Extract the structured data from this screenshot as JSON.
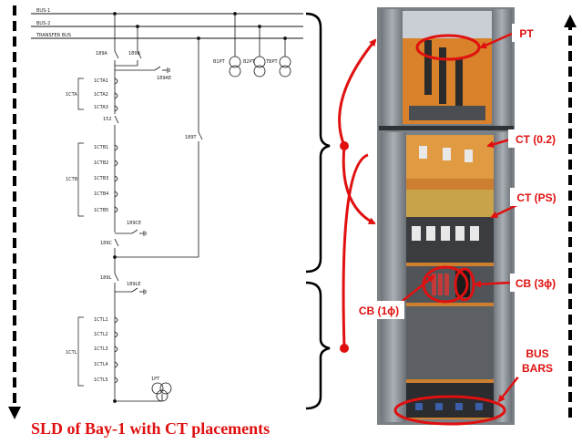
{
  "diagram": {
    "bus_labels": [
      "BUS-1",
      "BUS-2",
      "TRANSFER BUS"
    ],
    "isolators": {
      "bus1_iso": "189A",
      "bus2_iso": "189B",
      "bus_earth": "189AE",
      "transfer_iso": "189T",
      "cb_earth": "189CE",
      "cb_iso": "189C",
      "line_iso": "189L",
      "line_earth": "189LE"
    },
    "breaker": "152",
    "pt_labels": [
      "B1PT",
      "B2PT",
      "TBPT"
    ],
    "line_pt": "1PT",
    "ct_groups": [
      {
        "name": "1CTA",
        "cores": [
          "1CTA1",
          "1CTA2",
          "1CTA3"
        ]
      },
      {
        "name": "1CTB",
        "cores": [
          "1CTB1",
          "1CTB2",
          "1CTB3",
          "1CTB4",
          "1CTB5"
        ]
      },
      {
        "name": "1CTL",
        "cores": [
          "1CTL1",
          "1CTL2",
          "1CTL3",
          "1CTL4",
          "1CTL5"
        ]
      }
    ]
  },
  "callouts": {
    "pt": "PT",
    "ct_metering": "CT (0.2)",
    "ct_protection": "CT (PS)",
    "cb_three_phase": "CB (3ϕ)",
    "cb_single_phase": "CB (1ϕ)",
    "bus_bars_line1": "BUS",
    "bus_bars_line2": "BARS"
  },
  "caption": "SLD of Bay-1 with CT placements",
  "colors": {
    "accent": "#e01010",
    "line": "#111111",
    "panel_orange": "#d9822b"
  }
}
